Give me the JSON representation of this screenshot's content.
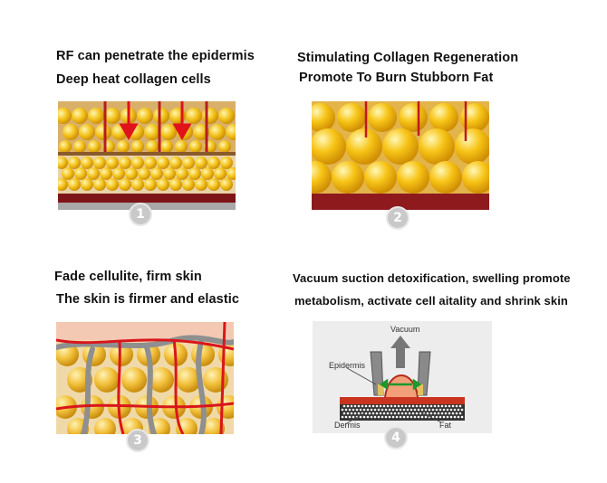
{
  "panel1": {
    "line1": "RF can penetrate the epidermis",
    "line2": "Deep heat collagen cells",
    "badge": "1"
  },
  "panel2": {
    "line1": "Stimulating Collagen Regeneration",
    "line2": "Promote To Burn Stubborn Fat",
    "badge": "2"
  },
  "panel3": {
    "line1": "Fade cellulite, firm skin",
    "line2": "The skin is firmer and elastic",
    "badge": "3"
  },
  "panel4": {
    "line1": "Vacuum suction detoxification, swelling promote",
    "line2": "metabolism, activate cell aitality and shrink skin",
    "badge": "4",
    "labels": {
      "vacuum": "Vacuum",
      "epidermis": "Epidermis",
      "dermis": "Dermis",
      "fat": "Fat"
    }
  },
  "colors": {
    "fat_yellow": "#f5c518",
    "dermis_red": "#b01e24",
    "vessel_red": "#d9161c",
    "badge_grey": "#c9c9c9"
  }
}
